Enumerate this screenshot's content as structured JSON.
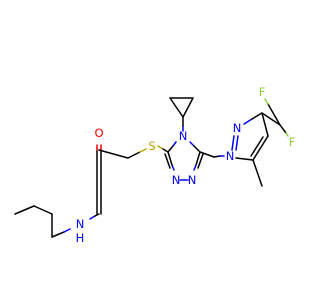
{
  "molecule": {
    "atom_labels": {
      "oxygen": "O",
      "amide_n": "N",
      "amide_h": "H",
      "sulfur": "S",
      "triazole_n4": "N",
      "triazole_n3": "N",
      "triazole_n2": "N",
      "pyrazole_n1": "N",
      "pyrazole_n2": "N",
      "fluorine_1": "F",
      "fluorine_2": "F"
    },
    "colors": {
      "carbon": "#000000",
      "oxygen": "#ff0000",
      "nitrogen": "#0000ff",
      "sulfur": "#b8a200",
      "fluorine": "#8fcf3d"
    }
  }
}
